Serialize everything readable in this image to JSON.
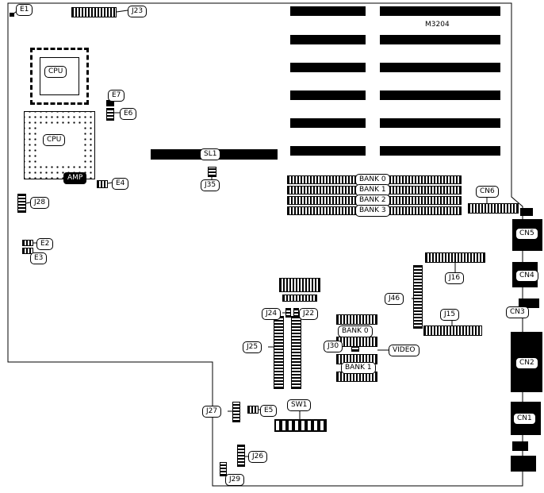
{
  "board": {
    "model": "M3204",
    "labels": {
      "e1": "E1",
      "j23": "J23",
      "e7": "E7",
      "e6": "E6",
      "cpu": "CPU",
      "amp": "AMP",
      "e4": "E4",
      "j28": "J28",
      "e2": "E2",
      "e3": "E3",
      "sl1": "SL1",
      "j35": "J35",
      "simm_banks": [
        "BANK 0",
        "BANK 1",
        "BANK 2",
        "BANK 3"
      ],
      "cn6": "CN6",
      "cn5": "CN5",
      "cn4": "CN4",
      "cn3": "CN3",
      "cn2": "CN2",
      "cn1": "CN1",
      "j16": "J16",
      "j46": "J46",
      "j15": "J15",
      "j24": "J24",
      "j22": "J22",
      "j25": "J25",
      "j30": "J30",
      "video": "VIDEO",
      "video_banks": [
        "BANK 0",
        "BANK 1"
      ],
      "sw1": "SW1",
      "j27": "J27",
      "e5": "E5",
      "j26": "J26",
      "j29": "J29"
    }
  },
  "colors": {
    "ink": "#000000",
    "paper": "#ffffff"
  }
}
